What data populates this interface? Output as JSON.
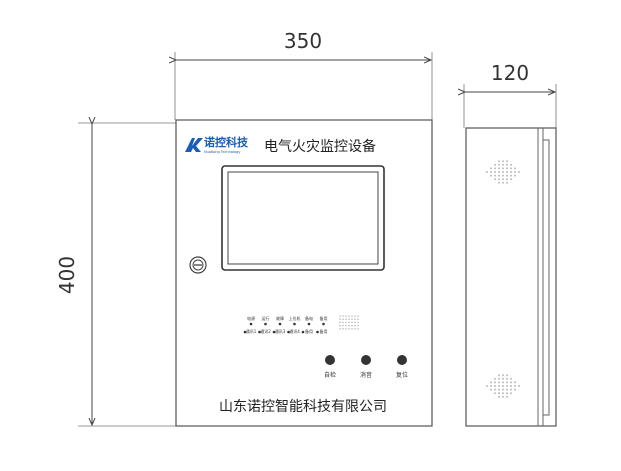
{
  "dimensions": {
    "width": "350",
    "height": "400",
    "depth": "120"
  },
  "device": {
    "logo_text": "诺控科技",
    "logo_subtext": "NuoKong Technology",
    "title": "电气火灾监控设备",
    "company": "山东诺控智能科技有限公司",
    "indicators_top": [
      "电源",
      "运行",
      "故障",
      "上位机",
      "备电",
      "备用"
    ],
    "indicators_bottom": [
      "通讯1",
      "通讯2",
      "通讯3",
      "通讯4",
      "备用",
      "备用"
    ],
    "buttons": [
      "自检",
      "消音",
      "复位"
    ]
  },
  "colors": {
    "line": "#555555",
    "logo_blue": "#1a5fb4",
    "button": "#333333"
  }
}
